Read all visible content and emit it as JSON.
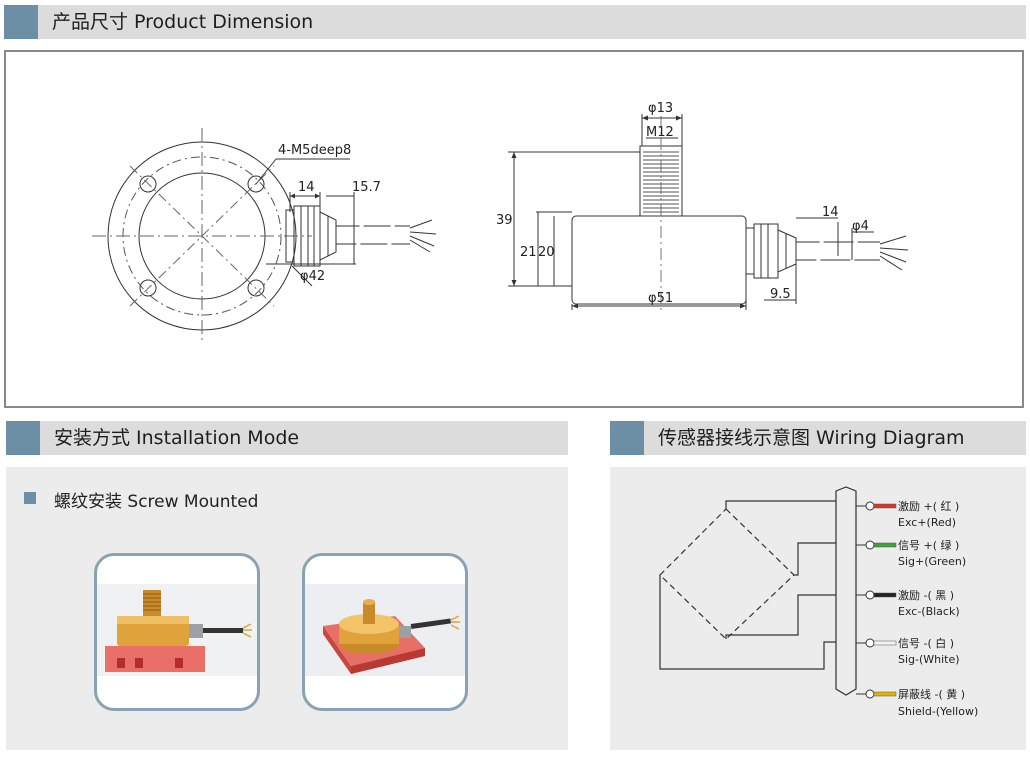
{
  "headers": {
    "dimension": "产品尺寸 Product Dimension",
    "installation": "安装方式 Installation Mode",
    "wiring": "传感器接线示意图  Wiring Diagram"
  },
  "drawing": {
    "hole_note": "4-M5deep8",
    "top_14": "14",
    "top_157": "15.7",
    "dia_42": "φ42",
    "dia_13": "φ13",
    "thread_m12": "M12",
    "h_39": "39",
    "h_21": "21",
    "h_20": "20",
    "dia_51": "φ51",
    "side_14": "14",
    "dia_4": "φ4",
    "dim_95": "9.5"
  },
  "installation": {
    "bullet_label": "螺纹安装 Screw Mounted"
  },
  "wiring": {
    "leads": [
      {
        "cn": "激励 +( 红 )",
        "en": "Exc+(Red)",
        "color": "#d9362b"
      },
      {
        "cn": "信号 +( 绿 )",
        "en": "Sig+(Green)",
        "color": "#3fa33c"
      },
      {
        "cn": "激励 -( 黑 )",
        "en": "Exc-(Black)",
        "color": "#222222"
      },
      {
        "cn": "信号 -( 白 )",
        "en": "Sig-(White)",
        "color": "#f2f2f2"
      },
      {
        "cn": "屏蔽线 -( 黄 )",
        "en": "Shield-(Yellow)",
        "color": "#e0b400"
      }
    ]
  },
  "colors": {
    "accent": "#6d8fa6",
    "header_bg": "#dcdcdc",
    "panel_bg": "#ececec",
    "sensor_gold": "#e0a23a",
    "base_red": "#e8584f"
  }
}
